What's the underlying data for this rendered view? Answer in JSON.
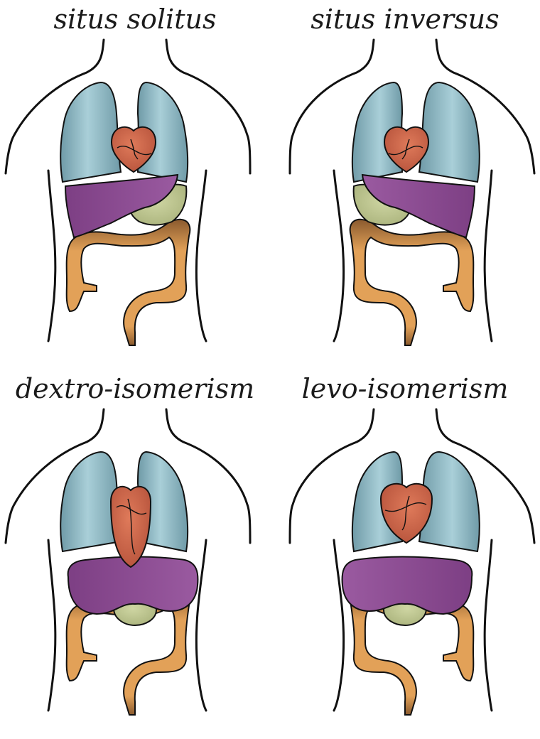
{
  "figure": {
    "panels": [
      {
        "title": "situs solitus",
        "mirror": false,
        "liver": "right",
        "heart": "normal",
        "stomach": true
      },
      {
        "title": "situs inversus",
        "mirror": true,
        "liver": "left",
        "heart": "normal",
        "stomach": true
      },
      {
        "title": "dextro-isomerism",
        "mirror": false,
        "liver": "midline",
        "heart": "midline",
        "stomach": "small-midline"
      },
      {
        "title": "levo-isomerism",
        "mirror": true,
        "liver": "midline",
        "heart": "large",
        "stomach": "small-midline"
      }
    ]
  },
  "colors": {
    "outline": "#111111",
    "lung": "#a9cfd8",
    "lung_shade": "#6f9aa7",
    "heart": "#df7a5a",
    "heart_shade": "#b4513a",
    "liver": "#7d3f84",
    "liver_light": "#9a5aa0",
    "stomach": "#cfd6a3",
    "stomach_shade": "#a9b27b",
    "bowel": "#e2a158",
    "bowel_dark": "#8a5a2e"
  }
}
